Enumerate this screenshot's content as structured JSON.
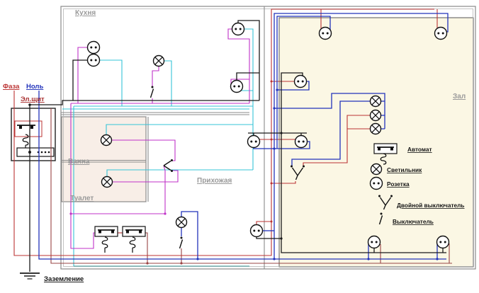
{
  "title": "Apartment wiring diagram",
  "labels": {
    "phase": "Фаза",
    "neutral": "Ноль",
    "panel": "Эл.щит",
    "ground": "Заземление",
    "kitchen": "Кухня",
    "bath": "Ванна",
    "toilet": "Туалет",
    "hallway": "Прихожая",
    "hall": "Зал"
  },
  "legend": {
    "breaker": "Автомат",
    "lamp": "Светильник",
    "socket": "Розетка",
    "double_switch": "Двойной выключатель",
    "switch": "Выключатель"
  },
  "colors": {
    "phase": "#bb3333",
    "neutral": "#2233bb",
    "magenta": "#c032c8",
    "cyan": "#35c4d7",
    "teal": "#3d9a9a",
    "maroon": "#994444",
    "black_wire": "#1a1a1a",
    "wall": "#8a8a8a",
    "inner_wall": "#555555",
    "hall_bg": "#fbf7e4",
    "bath_bg": "#f8eee7",
    "room_label": "#9a9a9a",
    "panel_label": "#aa3333",
    "symbol": "#111111"
  }
}
